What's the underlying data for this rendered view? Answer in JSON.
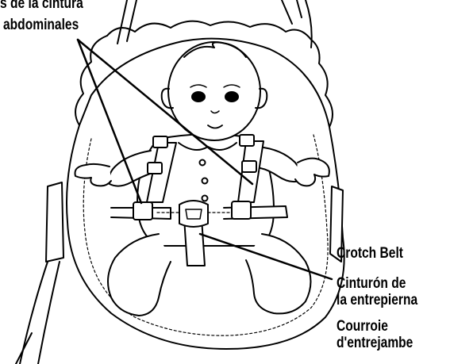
{
  "labels": {
    "waist_top": "s de la cintura",
    "waist_abdominales": "abdominales",
    "crotch_en": "Crotch Belt",
    "crotch_es_1": "Cinturón de",
    "crotch_es_2": "la entrepierna",
    "crotch_fr_1": "Courroie",
    "crotch_fr_2": "d'entrejambe"
  },
  "colors": {
    "line": "#000000",
    "fill": "#ffffff"
  }
}
